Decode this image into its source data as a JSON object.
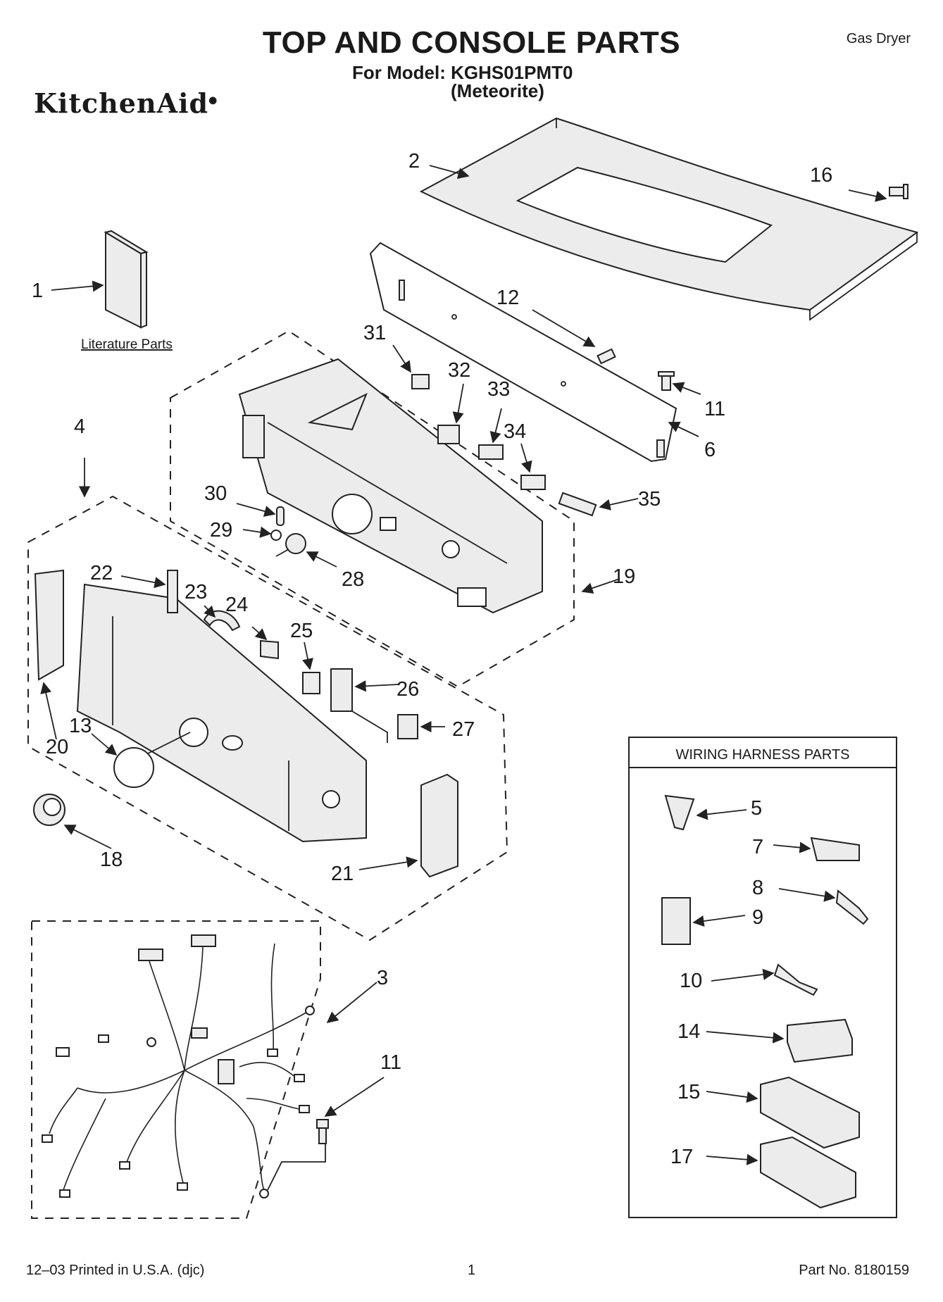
{
  "header": {
    "title": "TOP AND CONSOLE PARTS",
    "model_line": "For Model: KGHS01PMT0",
    "variant": "(Meteorite)",
    "appliance_type": "Gas Dryer",
    "brand": "KitchenAid"
  },
  "labels": {
    "literature_parts": "Literature Parts",
    "wiring_harness_parts": "WIRING HARNESS PARTS"
  },
  "callouts": {
    "c1": "1",
    "c2": "2",
    "c3": "3",
    "c4": "4",
    "c5": "5",
    "c6": "6",
    "c7": "7",
    "c8": "8",
    "c9": "9",
    "c10": "10",
    "c11a": "11",
    "c11b": "11",
    "c12": "12",
    "c13": "13",
    "c14": "14",
    "c15": "15",
    "c16": "16",
    "c17": "17",
    "c18": "18",
    "c19": "19",
    "c20": "20",
    "c21": "21",
    "c22": "22",
    "c23": "23",
    "c24": "24",
    "c25": "25",
    "c26": "26",
    "c27": "27",
    "c28": "28",
    "c29": "29",
    "c30": "30",
    "c31": "31",
    "c32": "32",
    "c33": "33",
    "c34": "34",
    "c35": "35"
  },
  "footer": {
    "printed": "12–03 Printed in U.S.A. (djc)",
    "page": "1",
    "part_no": "Part No. 8180159"
  }
}
